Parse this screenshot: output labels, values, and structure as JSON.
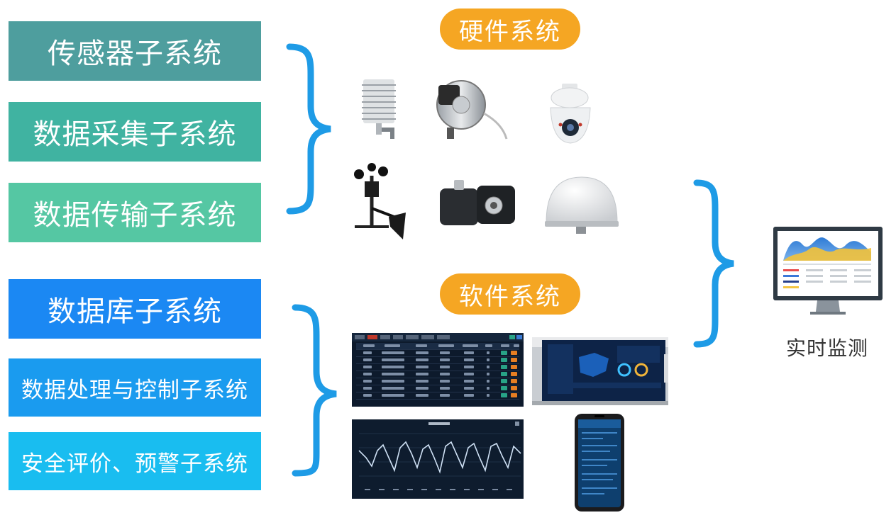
{
  "subsystems": [
    {
      "label": "传感器子系统",
      "color": "#4E9E9E"
    },
    {
      "label": "数据采集子系统",
      "color": "#40B3A1"
    },
    {
      "label": "数据传输子系统",
      "color": "#55C7A3"
    },
    {
      "label": "数据库子系统",
      "color": "#1B88F3"
    },
    {
      "label": "数据处理与控制子系统",
      "color": "#1A9BEF"
    },
    {
      "label": "安全评价、预警子系统",
      "color": "#19BDF0"
    }
  ],
  "hardware_label": "硬件系统",
  "software_label": "软件系统",
  "monitor_label": "实时监测",
  "colors": {
    "brace": "#1E9BE6",
    "pill": "#F5A623"
  }
}
